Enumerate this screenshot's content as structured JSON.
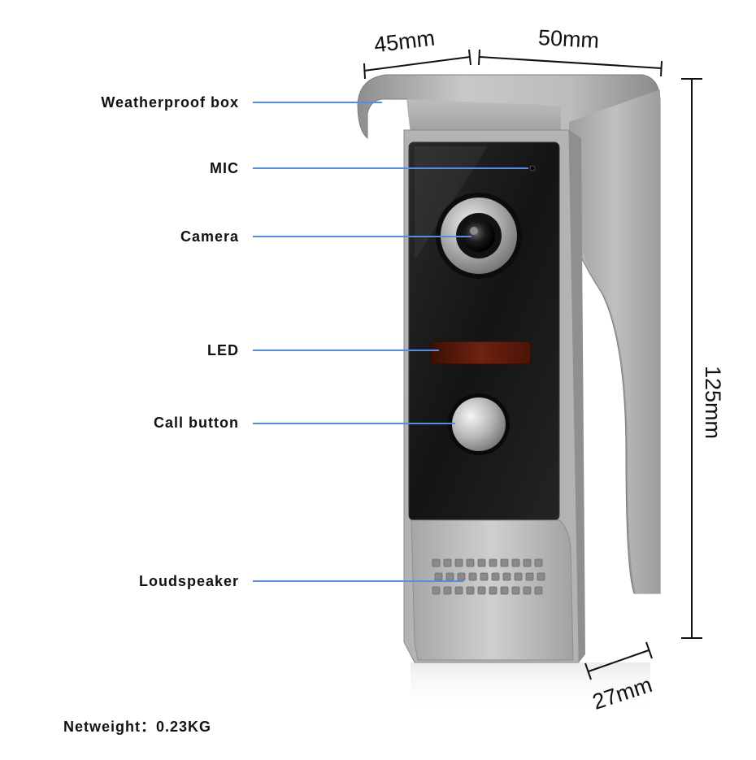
{
  "callouts": {
    "weatherproof_box": "Weatherproof box",
    "mic": "MIC",
    "camera": "Camera",
    "led": "LED",
    "call_button": "Call button",
    "loudspeaker": "Loudspeaker"
  },
  "dimensions": {
    "depth_top": "45mm",
    "width": "50mm",
    "height": "125mm",
    "depth_bottom": "27mm"
  },
  "net_weight": "Netweight：0.23KG",
  "colors": {
    "leader_line": "#5b8be0",
    "housing_silver": "#a8a8a8",
    "face_panel": "#1a1a1a",
    "led_window": "#5a1a0c",
    "dimension_line": "#111111"
  }
}
